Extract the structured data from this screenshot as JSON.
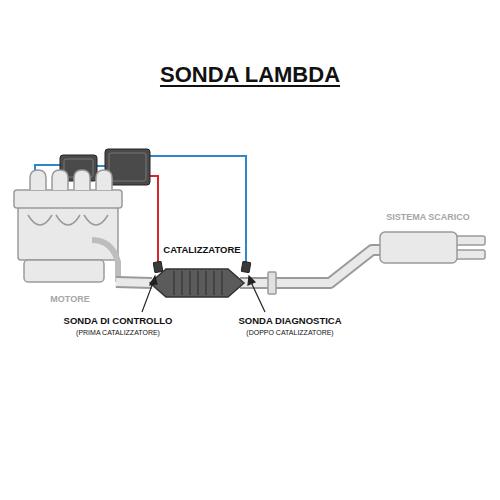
{
  "diagram": {
    "title": "SONDA LAMBDA",
    "labels": [
      "CATALIZZATORE",
      "MOTORE",
      "SISTEMA SCARICO",
      "SONDA DI CONTROLLO",
      "(PRIMA CATALIZZATORE)",
      "SONDA DIAGNOSTICA",
      "(DOPPO CATALIZZATORE)"
    ]
  }
}
